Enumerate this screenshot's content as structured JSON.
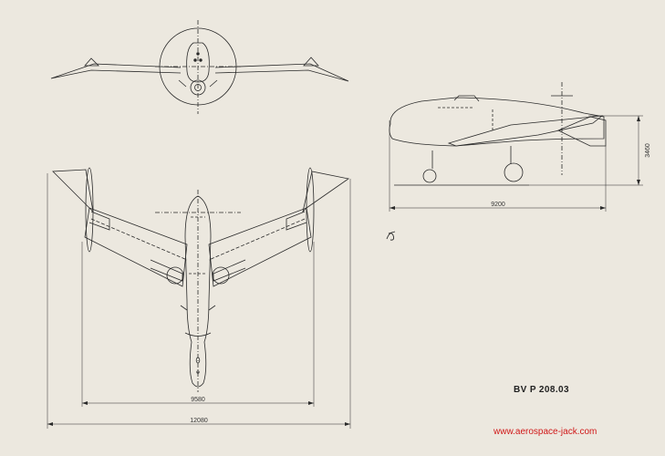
{
  "drawing": {
    "designation": "BV P 208.03",
    "dimensions": {
      "side_length": "9200",
      "side_height": "3460",
      "top_inner_span": "9580",
      "top_wingspan": "12080"
    },
    "watermark": "www.aerospace-jack.com",
    "colors": {
      "paper": "#ece8df",
      "ink": "#2a2a2a",
      "watermark": "#d01818"
    }
  }
}
